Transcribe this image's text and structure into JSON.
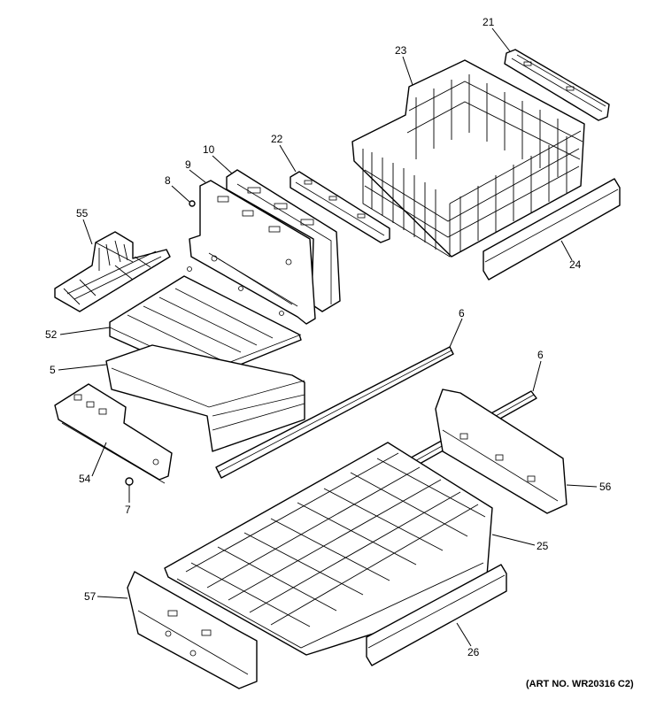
{
  "callouts": {
    "c21": "21",
    "c23": "23",
    "c22": "22",
    "c10": "10",
    "c9": "9",
    "c8": "8",
    "c55": "55",
    "c24": "24",
    "c52": "52",
    "c5": "5",
    "c6a": "6",
    "c6b": "6",
    "c54": "54",
    "c7": "7",
    "c56": "56",
    "c25": "25",
    "c57": "57",
    "c26": "26"
  },
  "art_number": "(ART NO. WR20316 C2)"
}
